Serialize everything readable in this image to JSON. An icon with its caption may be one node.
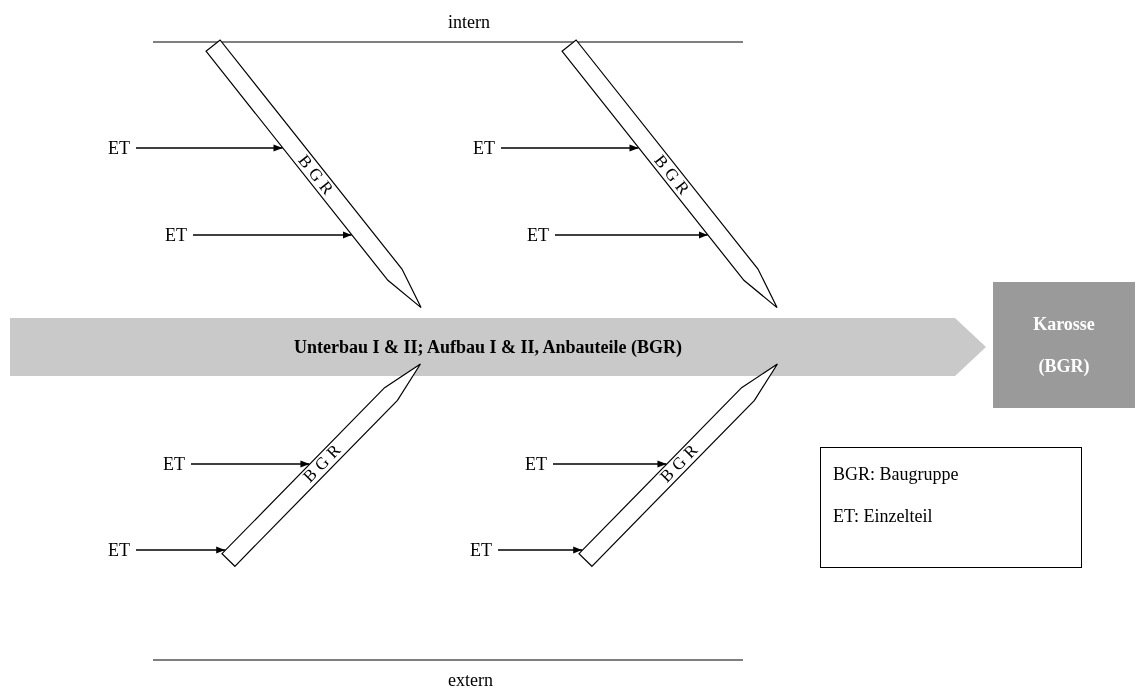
{
  "diagram": {
    "nodes": [
      {
        "text": [
          "BGR"
        ]
      },
      {
        "text": [
          "ET"
        ]
      },
      {
        "text": [
          "ET"
        ]
      },
      {
        "text": [
          "BGR"
        ]
      },
      {
        "text": [
          "ET"
        ]
      },
      {
        "text": [
          "ET"
        ]
      },
      {
        "text": [
          "Unterbau I & II; Aufbau I & II, Anbauteile (BGR)"
        ]
      },
      {
        "text": [
          "Karosse (BGR)"
        ]
      },
      {
        "text": [
          "BGR"
        ]
      },
      {
        "text": [
          "ET"
        ]
      },
      {
        "text": [
          "ET"
        ]
      },
      {
        "text": [
          "BGR"
        ]
      },
      {
        "text": [
          "ET"
        ]
      },
      {
        "text": [
          "ET"
        ]
      }
    ],
    "edges": [
      {
        "from": 1,
        "to": 0,
        "arrow": "to"
      },
      {
        "from": 2,
        "to": 0,
        "arrow": "to"
      },
      {
        "from": 4,
        "to": 3,
        "arrow": "to"
      },
      {
        "from": 5,
        "to": 3,
        "arrow": "to"
      },
      {
        "from": 9,
        "to": 8,
        "arrow": "to"
      },
      {
        "from": 10,
        "to": 8,
        "arrow": "to"
      },
      {
        "from": 12,
        "to": 11,
        "arrow": "to"
      },
      {
        "from": 13,
        "to": 11,
        "arrow": "to"
      }
    ],
    "labels": [
      "intern",
      "BGR: Baugruppe",
      "ET: Einzelteil",
      "extern"
    ]
  }
}
